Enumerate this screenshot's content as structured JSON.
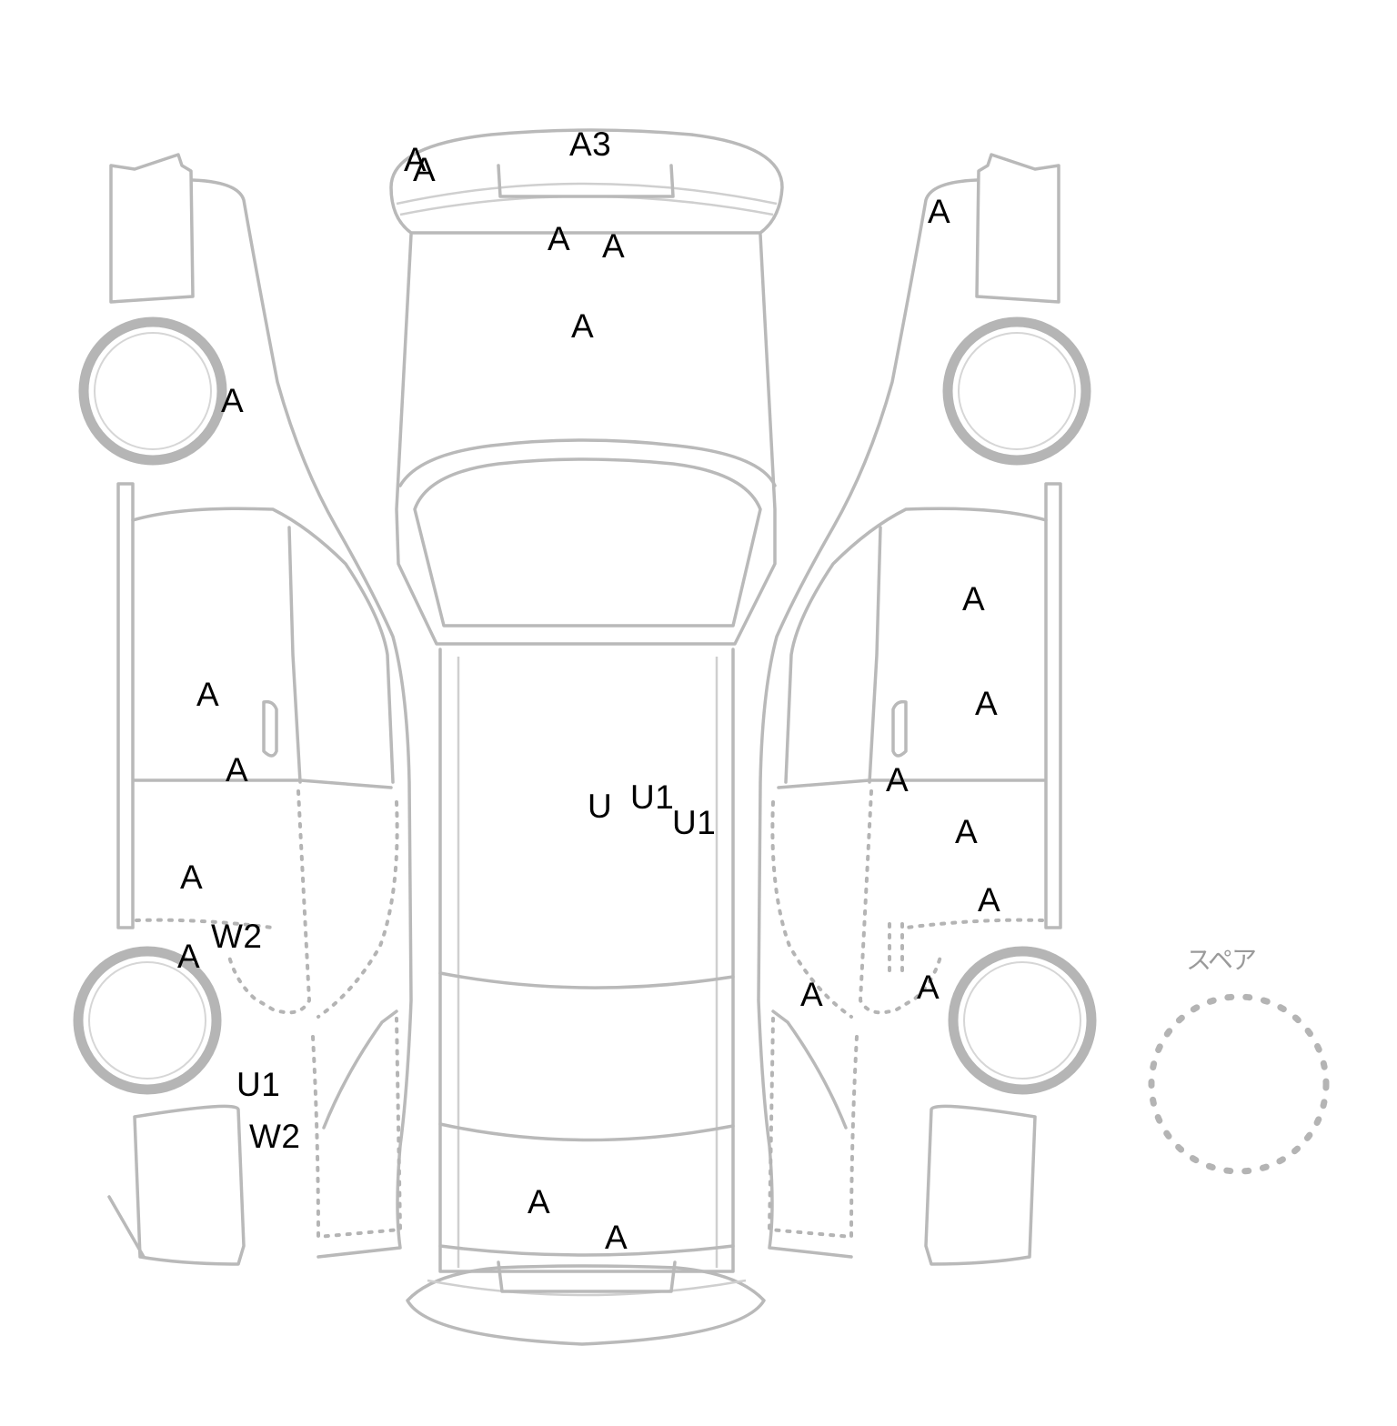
{
  "spare_label": "スペア",
  "marks": [
    {
      "text": "A3"
    },
    {
      "text": "A"
    },
    {
      "text": "A"
    },
    {
      "text": "A"
    },
    {
      "text": "A"
    },
    {
      "text": "A"
    },
    {
      "text": "A"
    },
    {
      "text": "A"
    },
    {
      "text": "A"
    },
    {
      "text": "A"
    },
    {
      "text": "A"
    },
    {
      "text": "W2"
    },
    {
      "text": "A"
    },
    {
      "text": "U1"
    },
    {
      "text": "W2"
    },
    {
      "text": "U"
    },
    {
      "text": "U1"
    },
    {
      "text": "U1"
    },
    {
      "text": "A"
    },
    {
      "text": "A"
    },
    {
      "text": "A"
    },
    {
      "text": "A"
    },
    {
      "text": "A"
    },
    {
      "text": "A"
    },
    {
      "text": "A"
    },
    {
      "text": "A"
    },
    {
      "text": "A"
    },
    {
      "text": "A"
    }
  ]
}
